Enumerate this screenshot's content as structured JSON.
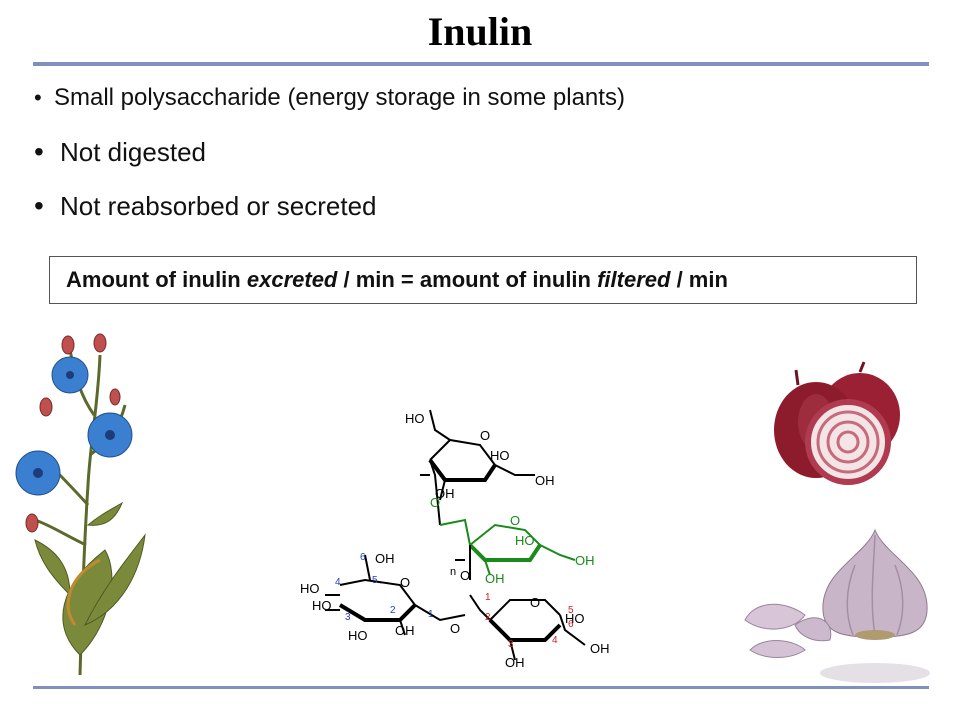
{
  "slide": {
    "title": "Inulin",
    "bullets": [
      "Small polysaccharide (energy storage in some plants)",
      "Not digested",
      "Not reabsorbed or secreted"
    ],
    "formula": {
      "part1": "Amount of inulin ",
      "excreted": "excreted",
      "part2": " / min = amount of inulin ",
      "filtered": "filtered",
      "part3": " / min"
    }
  },
  "molecule": {
    "oh": "OH",
    "ho": "HO",
    "o": "O",
    "n": "n",
    "n1": "1",
    "n2": "2",
    "n3": "3",
    "n4": "4",
    "n5": "5",
    "n6": "6"
  },
  "colors": {
    "rule": "#7f8fc0",
    "green": "#1a8a1a",
    "ring_numbers": "#d02020",
    "chicory_flower": "#3a7fd0",
    "onion": "#8c1c2c",
    "garlic": "#b8a6b8"
  }
}
